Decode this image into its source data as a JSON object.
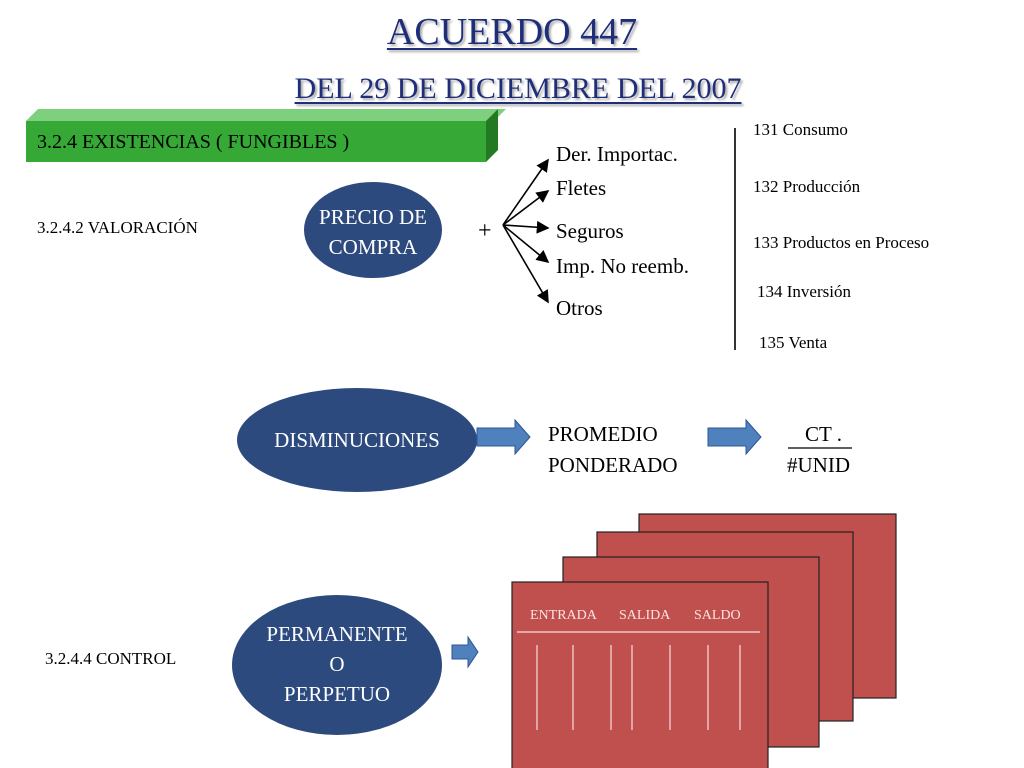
{
  "header": {
    "title": "ACUERDO 447",
    "subtitle": "DEL 29 DE DICIEMBRE DEL 2007"
  },
  "banner": {
    "label": "3.2.4 EXISTENCIAS ( FUNGIBLES )"
  },
  "valoracion": {
    "label": "3.2.4.2 VALORACIÓN",
    "precio_line1": "PRECIO DE",
    "precio_line2": "COMPRA",
    "plus": "+",
    "items": [
      "Der. Importac.",
      "Fletes",
      "Seguros",
      "Imp. No reemb.",
      "Otros"
    ]
  },
  "accounts": [
    "131 Consumo",
    "132 Producción",
    "133 Productos en Proceso",
    "134 Inversión",
    "135 Venta"
  ],
  "disminuciones": {
    "label": "DISMINUCIONES",
    "method_line1": "PROMEDIO",
    "method_line2": "PONDERADO",
    "formula_top": "CT  .",
    "formula_bottom": "#UNID"
  },
  "control": {
    "label": "3.2.4.4 CONTROL",
    "type_line1": "PERMANENTE",
    "type_line2": "O",
    "type_line3": "PERPETUO",
    "card_headers": [
      "ENTRADA",
      "SALIDA",
      "SALDO"
    ]
  },
  "colors": {
    "title": "#1f2e7a",
    "banner_green": "#3aa53a",
    "ellipse": "#2d4a7e",
    "arrow": "#4f81bd",
    "card": "#c0504d"
  }
}
